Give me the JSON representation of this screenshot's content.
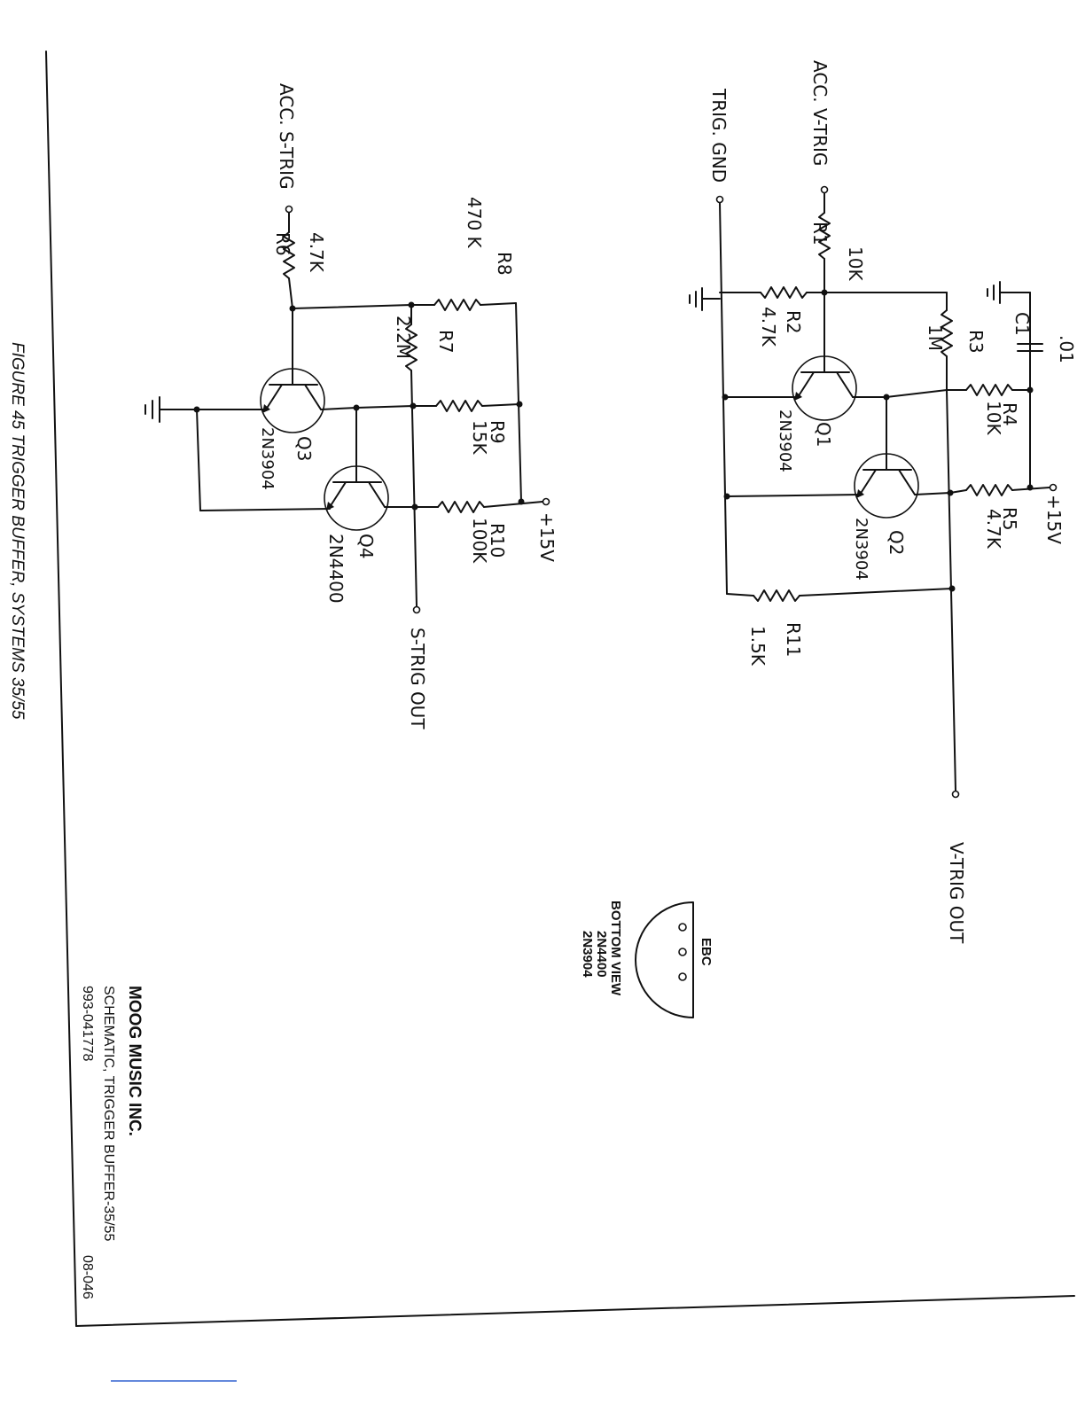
{
  "circuit_vtrig": {
    "input_label": "ACC. V-TRIG",
    "gnd_label": "TRIG. GND",
    "output_label": "V-TRIG  OUT",
    "supply_label": "+15V",
    "r1": {
      "ref": "R1",
      "value": "10K"
    },
    "r2": {
      "ref": "R2",
      "value": "4.7K"
    },
    "r3": {
      "ref": "R3",
      "value": "1M"
    },
    "c1": {
      "ref": "C1",
      "value": ".01"
    },
    "r4": {
      "ref": "R4",
      "value": "10K"
    },
    "r5": {
      "ref": "R5",
      "value": "4.7K"
    },
    "r11": {
      "ref": "R11",
      "value": "1.5K"
    },
    "q1": {
      "ref": "Q1",
      "part": "2N3904"
    },
    "q2": {
      "ref": "Q2",
      "part": "2N3904"
    }
  },
  "circuit_strig": {
    "input_label": "ACC. S-TRIG",
    "output_label": "S-TRIG OUT",
    "supply_label": "+15V",
    "r6": {
      "ref": "R6",
      "value": "4.7K"
    },
    "r7": {
      "ref": "R7",
      "value": "2.2M"
    },
    "r8": {
      "ref": "R8",
      "value": "470 K"
    },
    "r9": {
      "ref": "R9",
      "value": "15K"
    },
    "r10": {
      "ref": "R10",
      "value": "100K"
    },
    "q3": {
      "ref": "Q3",
      "part": "2N3904"
    },
    "q4": {
      "ref": "Q4",
      "part": "2N4400"
    }
  },
  "pinout": {
    "pins": "EBC",
    "caption": "BOTTOM VIEW",
    "parts": [
      "2N4400",
      "2N3904"
    ]
  },
  "title_block": {
    "company": "MOOG MUSIC INC.",
    "title": "SCHEMATIC, TRIGGER BUFFER-35/55",
    "number": "993-041778",
    "sheet": "08-046"
  },
  "figure_caption": "FIGURE 45 TRIGGER BUFFER, SYSTEMS 35/55"
}
